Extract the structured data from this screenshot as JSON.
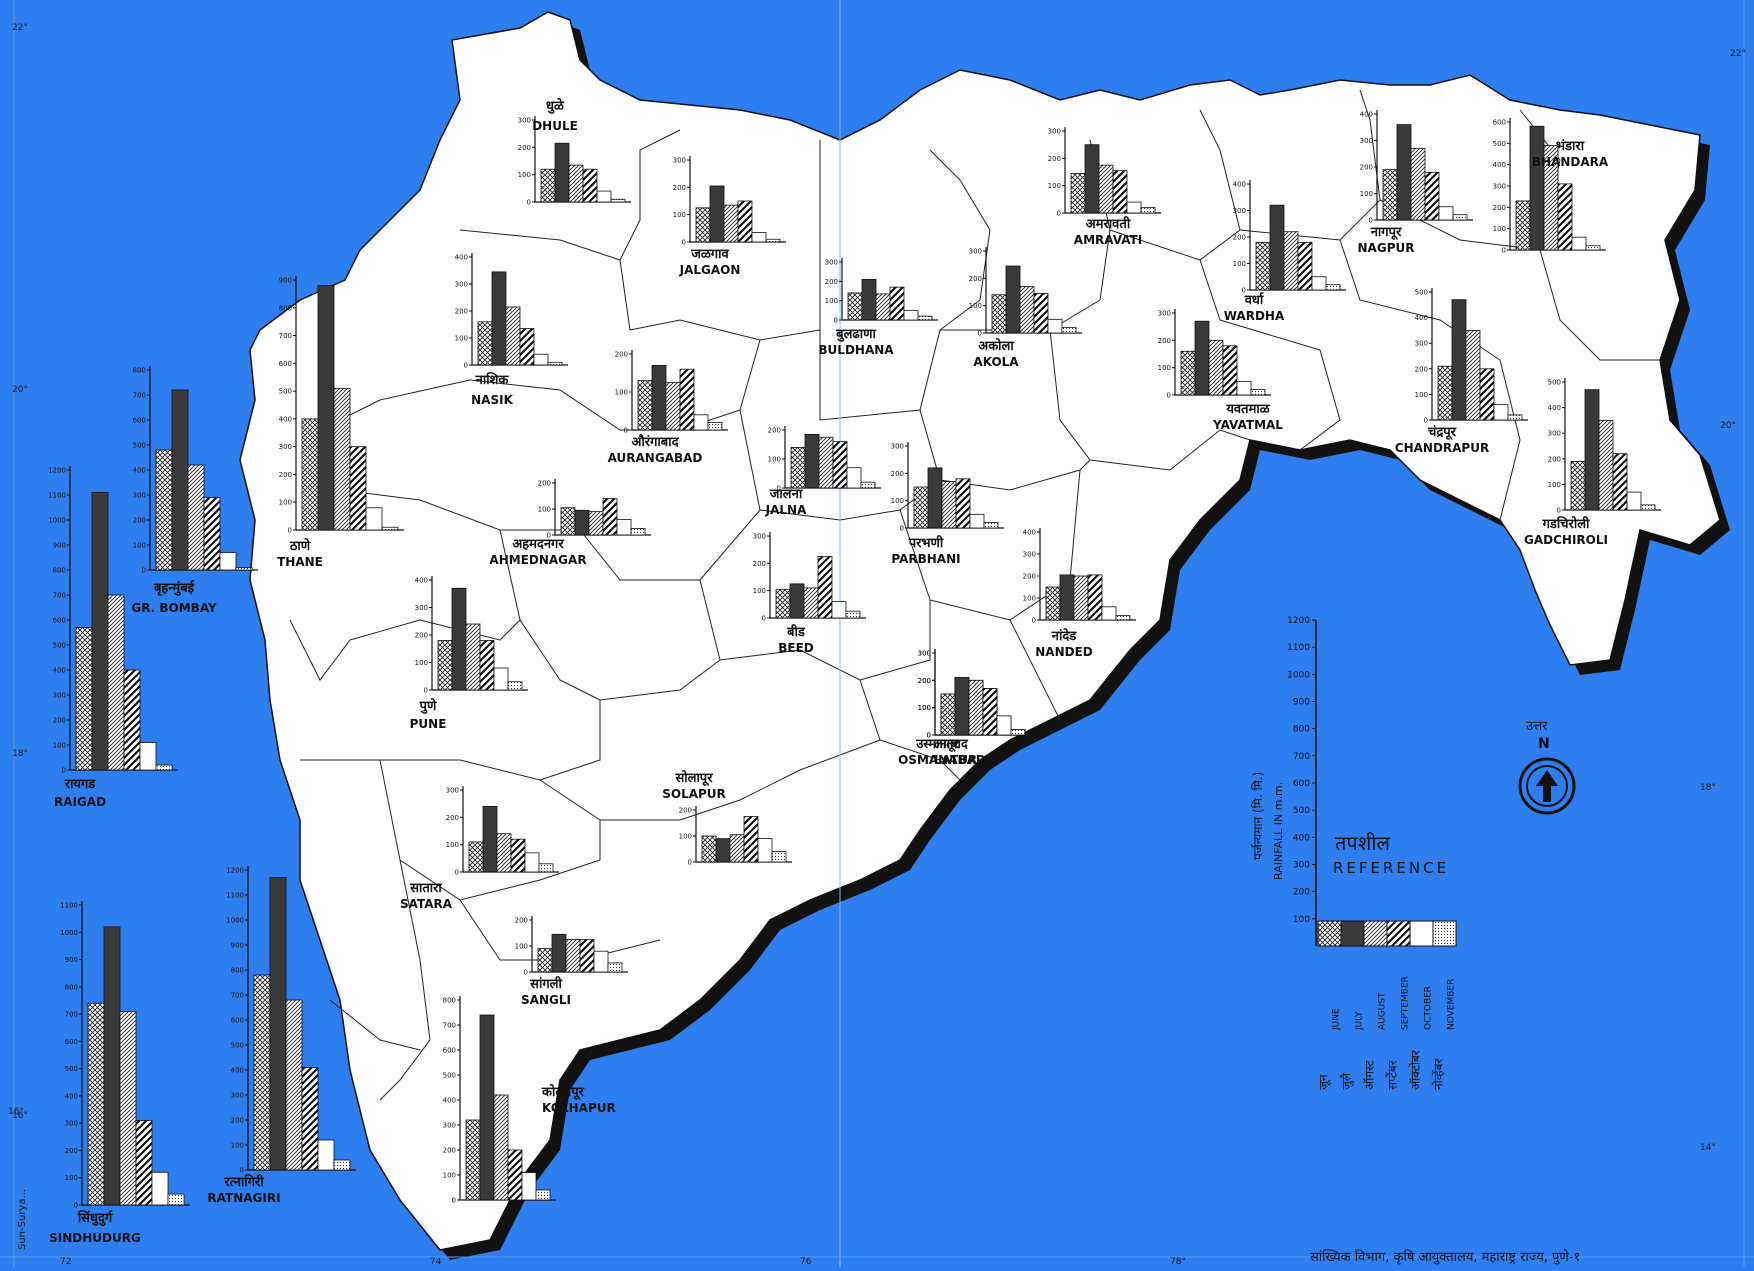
{
  "map": {
    "ocean_color": "#2f7ef0",
    "land_color": "#ffffff",
    "border_color": "#111111",
    "grid_labels": [
      "22°",
      "20°",
      "18°",
      "16°",
      "14°",
      "72",
      "74",
      "76",
      "78°",
      "22°",
      "20°",
      "18°",
      "16°"
    ]
  },
  "months": [
    "June",
    "July",
    "August",
    "September",
    "October",
    "November"
  ],
  "reference": {
    "title_mr": "तपशील",
    "title_en": "REFERENCE",
    "axis_mr": "पर्जन्यमान (मि. मि.)",
    "axis_en": "RAINFALL IN m.m.",
    "ticks": [
      "100",
      "200",
      "300",
      "400",
      "500",
      "600",
      "700",
      "800",
      "900",
      "1000",
      "1100",
      "1200"
    ],
    "month_labels": [
      {
        "mr": "जून",
        "en": "JUNE"
      },
      {
        "mr": "जुलै",
        "en": "JULY"
      },
      {
        "mr": "ऑगस्ट",
        "en": "AUGUST"
      },
      {
        "mr": "सप्टेंबर",
        "en": "SEPTEMBER"
      },
      {
        "mr": "ऑक्टोबर",
        "en": "OCTOBER"
      },
      {
        "mr": "नोव्हेंबर",
        "en": "NOVEMBER"
      }
    ]
  },
  "north": {
    "mr": "उत्तर",
    "en": "N"
  },
  "credit": "सांख्यिक विभाग, कृषि आयुक्तालय, महाराष्ट्र राज्य, पुणे-१",
  "signature": "Sun-Surya...",
  "chart_data": [
    {
      "type": "bar",
      "district_en": "DHULE",
      "district_mr": "धुळे",
      "ylim": [
        0,
        300
      ],
      "ticks": [
        "0",
        "100",
        "200",
        "300"
      ],
      "values": [
        120,
        215,
        135,
        120,
        40,
        10
      ]
    },
    {
      "type": "bar",
      "district_en": "JALGAON",
      "district_mr": "जळगाव",
      "ylim": [
        0,
        300
      ],
      "ticks": [
        "0",
        "100",
        "200",
        "300"
      ],
      "values": [
        125,
        205,
        135,
        150,
        35,
        10
      ]
    },
    {
      "type": "bar",
      "district_en": "NASIK",
      "district_mr": "नाशिक",
      "ylim": [
        0,
        400
      ],
      "ticks": [
        "0",
        "100",
        "200",
        "300",
        "400"
      ],
      "values": [
        160,
        345,
        215,
        135,
        40,
        10
      ]
    },
    {
      "type": "bar",
      "district_en": "THANE",
      "district_mr": "ठाणे",
      "ylim": [
        0,
        900
      ],
      "ticks": [
        "0",
        "100",
        "200",
        "300",
        "400",
        "500",
        "600",
        "700",
        "800",
        "900"
      ],
      "values": [
        400,
        880,
        510,
        300,
        80,
        10
      ]
    },
    {
      "type": "bar",
      "district_en": "GR. BOMBAY",
      "district_mr": "बृहन्मुंबई",
      "ylim": [
        0,
        800
      ],
      "ticks": [
        "0",
        "100",
        "200",
        "300",
        "400",
        "500",
        "600",
        "700",
        "800"
      ],
      "values": [
        480,
        720,
        420,
        290,
        70,
        10
      ]
    },
    {
      "type": "bar",
      "district_en": "RAIGAD",
      "district_mr": "रायगड",
      "ylim": [
        0,
        1200
      ],
      "ticks": [
        "0",
        "100",
        "200",
        "300",
        "400",
        "500",
        "600",
        "700",
        "800",
        "900",
        "1000",
        "1100",
        "1200"
      ],
      "values": [
        570,
        1110,
        700,
        400,
        110,
        20
      ]
    },
    {
      "type": "bar",
      "district_en": "AURANGABAD",
      "district_mr": "औरंगाबाद",
      "ylim": [
        0,
        200
      ],
      "ticks": [
        "0",
        "100",
        "200"
      ],
      "values": [
        130,
        170,
        125,
        160,
        40,
        20
      ]
    },
    {
      "type": "bar",
      "district_en": "AHMEDNAGAR",
      "district_mr": "अहमदनगर",
      "ylim": [
        0,
        200
      ],
      "ticks": [
        "0",
        "100",
        "200"
      ],
      "values": [
        105,
        95,
        90,
        140,
        60,
        25
      ]
    },
    {
      "type": "bar",
      "district_en": "PUNE",
      "district_mr": "पुणे",
      "ylim": [
        0,
        400
      ],
      "ticks": [
        "0",
        "100",
        "200",
        "300",
        "400"
      ],
      "values": [
        180,
        370,
        240,
        180,
        80,
        30
      ]
    },
    {
      "type": "bar",
      "district_en": "BULDHANA",
      "district_mr": "बुलढाणा",
      "ylim": [
        0,
        300
      ],
      "ticks": [
        "0",
        "100",
        "200",
        "300"
      ],
      "values": [
        140,
        210,
        135,
        170,
        50,
        20
      ]
    },
    {
      "type": "bar",
      "district_en": "AKOLA",
      "district_mr": "अकोला",
      "ylim": [
        0,
        300
      ],
      "ticks": [
        "0",
        "100",
        "200",
        "300"
      ],
      "values": [
        140,
        245,
        170,
        145,
        50,
        20
      ]
    },
    {
      "type": "bar",
      "district_en": "JALNA",
      "district_mr": "जालना",
      "ylim": [
        0,
        200
      ],
      "ticks": [
        "0",
        "100",
        "200"
      ],
      "values": [
        140,
        185,
        175,
        160,
        70,
        20
      ]
    },
    {
      "type": "bar",
      "district_en": "PARBHANI",
      "district_mr": "परभणी",
      "ylim": [
        0,
        300
      ],
      "ticks": [
        "0",
        "100",
        "200",
        "300"
      ],
      "values": [
        150,
        220,
        170,
        180,
        50,
        20
      ]
    },
    {
      "type": "bar",
      "district_en": "BEED",
      "district_mr": "बीड",
      "ylim": [
        0,
        300
      ],
      "ticks": [
        "0",
        "100",
        "200",
        "300"
      ],
      "values": [
        105,
        125,
        110,
        225,
        60,
        25
      ]
    },
    {
      "type": "bar",
      "district_en": "OSMANABAD",
      "district_mr": "उस्मानाबाद",
      "ylim": [
        0,
        300
      ],
      "ticks": [
        "0",
        "100",
        "200",
        "300"
      ],
      "values": [
        150,
        210,
        200,
        170,
        70,
        20
      ]
    },
    {
      "type": "bar",
      "district_en": "LATUR",
      "district_mr": "लातूर",
      "ylim": [
        0,
        300
      ],
      "ticks": [
        "0",
        "100",
        "200",
        "300"
      ],
      "values": [
        150,
        210,
        200,
        170,
        70,
        20
      ]
    },
    {
      "type": "bar",
      "district_en": "NANDED",
      "district_mr": "नांदेड",
      "ylim": [
        0,
        400
      ],
      "ticks": [
        "0",
        "100",
        "200",
        "300",
        "400"
      ],
      "values": [
        150,
        205,
        200,
        205,
        60,
        20
      ]
    },
    {
      "type": "bar",
      "district_en": "SOLAPUR",
      "district_mr": "सोलापूर",
      "ylim": [
        0,
        200
      ],
      "ticks": [
        "0",
        "100",
        "200"
      ],
      "values": [
        100,
        90,
        105,
        175,
        90,
        40
      ]
    },
    {
      "type": "bar",
      "district_en": "SATARA",
      "district_mr": "सातारा",
      "ylim": [
        0,
        300
      ],
      "ticks": [
        "0",
        "100",
        "200",
        "300"
      ],
      "values": [
        110,
        240,
        140,
        120,
        70,
        30
      ]
    },
    {
      "type": "bar",
      "district_en": "SANGLI",
      "district_mr": "सांगली",
      "ylim": [
        0,
        200
      ],
      "ticks": [
        "0",
        "100",
        "200"
      ],
      "values": [
        90,
        145,
        125,
        125,
        80,
        35
      ]
    },
    {
      "type": "bar",
      "district_en": "KOLHAPUR",
      "district_mr": "कोल्हापूर",
      "ylim": [
        0,
        800
      ],
      "ticks": [
        "0",
        "100",
        "200",
        "300",
        "400",
        "500",
        "600",
        "700",
        "800"
      ],
      "values": [
        320,
        740,
        420,
        200,
        110,
        40
      ]
    },
    {
      "type": "bar",
      "district_en": "RATNAGIRI",
      "district_mr": "रत्नागिरी",
      "ylim": [
        0,
        1200
      ],
      "ticks": [
        "0",
        "100",
        "200",
        "300",
        "400",
        "500",
        "600",
        "700",
        "800",
        "900",
        "1000",
        "1100",
        "1200"
      ],
      "values": [
        780,
        1170,
        680,
        410,
        120,
        40
      ]
    },
    {
      "type": "bar",
      "district_en": "SINDHUDURG",
      "district_mr": "सिंधुदुर्ग",
      "ylim": [
        0,
        1100
      ],
      "ticks": [
        "0",
        "100",
        "200",
        "300",
        "400",
        "500",
        "600",
        "700",
        "800",
        "900",
        "1000",
        "1100"
      ],
      "values": [
        740,
        1020,
        710,
        310,
        120,
        40
      ]
    },
    {
      "type": "bar",
      "district_en": "AMRAVATI",
      "district_mr": "अमरावती",
      "ylim": [
        0,
        300
      ],
      "ticks": [
        "0",
        "100",
        "200",
        "300"
      ],
      "values": [
        145,
        250,
        175,
        155,
        40,
        20
      ]
    },
    {
      "type": "bar",
      "district_en": "WARDHA",
      "district_mr": "वर्धा",
      "ylim": [
        0,
        400
      ],
      "ticks": [
        "0",
        "100",
        "200",
        "300",
        "400"
      ],
      "values": [
        180,
        320,
        220,
        180,
        50,
        20
      ]
    },
    {
      "type": "bar",
      "district_en": "NAGPUR",
      "district_mr": "नागपूर",
      "ylim": [
        0,
        400
      ],
      "ticks": [
        "0",
        "100",
        "200",
        "300",
        "400"
      ],
      "values": [
        190,
        360,
        270,
        180,
        50,
        20
      ]
    },
    {
      "type": "bar",
      "district_en": "BHANDARA",
      "district_mr": "भंडारा",
      "ylim": [
        0,
        600
      ],
      "ticks": [
        "0",
        "100",
        "200",
        "300",
        "400",
        "500",
        "600"
      ],
      "values": [
        230,
        580,
        490,
        310,
        60,
        20
      ]
    },
    {
      "type": "bar",
      "district_en": "YAVATMAL",
      "district_mr": "यवतमाळ",
      "ylim": [
        0,
        300
      ],
      "ticks": [
        "0",
        "100",
        "200",
        "300"
      ],
      "values": [
        160,
        270,
        200,
        180,
        50,
        20
      ]
    },
    {
      "type": "bar",
      "district_en": "CHANDRAPUR",
      "district_mr": "चंद्रपूर",
      "ylim": [
        0,
        500
      ],
      "ticks": [
        "0",
        "100",
        "200",
        "300",
        "400",
        "500"
      ],
      "values": [
        210,
        470,
        350,
        200,
        60,
        20
      ]
    },
    {
      "type": "bar",
      "district_en": "GADCHIROLI",
      "district_mr": "गडचिरोली",
      "ylim": [
        0,
        500
      ],
      "ticks": [
        "0",
        "100",
        "200",
        "300",
        "400",
        "500"
      ],
      "values": [
        190,
        470,
        350,
        220,
        70,
        20
      ]
    }
  ]
}
